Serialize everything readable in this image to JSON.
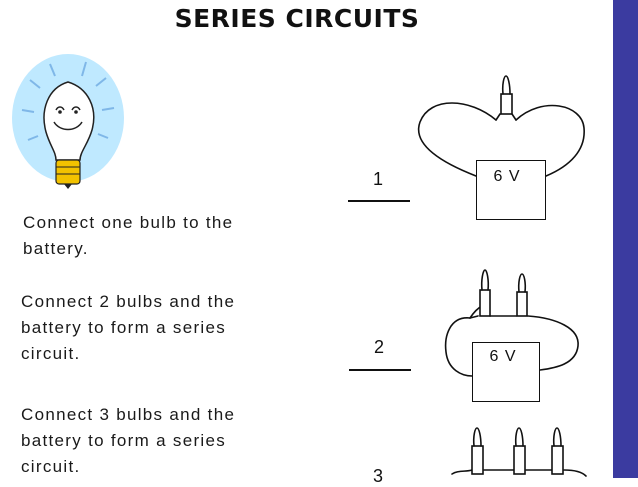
{
  "slide": {
    "title": "SERIES CIRCUITS"
  },
  "tasks": [
    {
      "instruction": "Connect one bulb to the\nbattery.",
      "number": "1",
      "battery_label": "6 V"
    },
    {
      "instruction": "Connect 2 bulbs and the\nbattery to form a series\ncircuit.",
      "number": "2",
      "battery_label": "6 V"
    },
    {
      "instruction": "Connect 3 bulbs and the\nbattery to form a series\ncircuit.",
      "number": "3"
    }
  ],
  "colors": {
    "accent_bar": "#3b3ba0",
    "bulb_glow": "#bfe9ff",
    "bulb_base": "#f2c200"
  },
  "icons": {
    "mascot": "smiling-lightbulb-icon"
  }
}
